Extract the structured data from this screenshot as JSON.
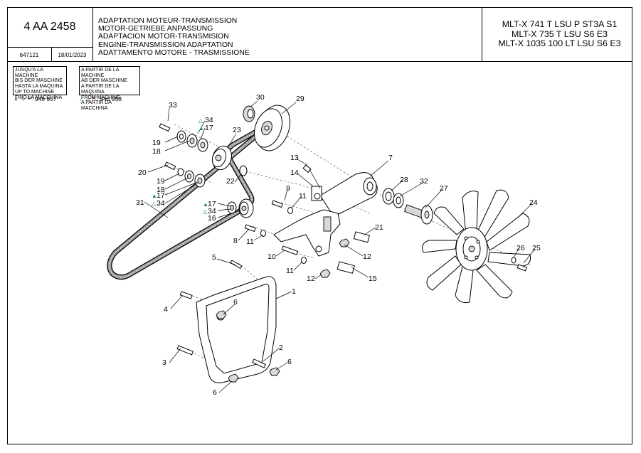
{
  "header": {
    "reference": "4 AA 2458",
    "code": "647121",
    "date": "18/01/2023",
    "titles": [
      "ADAPTATION MOTEUR-TRANSMISSION",
      "MOTOR-GETRIEBE ANPASSUNG",
      "ADAPTACION MOTOR-TRANSMISION",
      "ENGINE-TRANSMISSION ADAPTATION",
      "ADATTAMENTO MOTORE - TRASMISSIONE"
    ],
    "models": [
      "MLT-X 741 T LSU P ST3A S1",
      "MLT-X 735 T LSU S6 E3",
      "MLT-X 1035 100 LT LSU S6 E3"
    ]
  },
  "serial_boxes": {
    "up_to": {
      "lines": [
        "JUSQU'A LA MACHINE",
        "BIS DER MASCHINE",
        "HASTA LA MAQUINA",
        "UP TO MACHINE",
        "FINO LA MACCHINA"
      ],
      "no_label": "N°:",
      "number": "946 957"
    },
    "from": {
      "lines": [
        "A PARTIR DE LA MACHINE",
        "AB DER MASCHINE",
        "A PARTIR DE LA MAQUINA",
        "FROM MACHINE",
        "A PARTIR DA MACCHINA"
      ],
      "no_label": "N°:",
      "number": "946 958"
    }
  },
  "marks": {
    "filled": "▲",
    "open": "△",
    "arrow": "→"
  },
  "colors": {
    "marker_green": "#1a8a3c",
    "line": "#000000"
  },
  "callouts": [
    {
      "id": "c30",
      "text": "30"
    },
    {
      "id": "c29",
      "text": "29"
    },
    {
      "id": "c33",
      "text": "33"
    },
    {
      "id": "c34a",
      "text": "34"
    },
    {
      "id": "c17a",
      "text": "17"
    },
    {
      "id": "c23",
      "text": "23"
    },
    {
      "id": "c19a",
      "text": "19"
    },
    {
      "id": "c18a",
      "text": "18"
    },
    {
      "id": "c20",
      "text": "20"
    },
    {
      "id": "c19b",
      "text": "19"
    },
    {
      "id": "c18b",
      "text": "18"
    },
    {
      "id": "c17b",
      "text": "17"
    },
    {
      "id": "c34b",
      "text": "34"
    },
    {
      "id": "c22",
      "text": "22"
    },
    {
      "id": "c31",
      "text": "31"
    },
    {
      "id": "c17c",
      "text": "17"
    },
    {
      "id": "c34c",
      "text": "34"
    },
    {
      "id": "c16",
      "text": "16"
    },
    {
      "id": "c13",
      "text": "13"
    },
    {
      "id": "c14",
      "text": "14"
    },
    {
      "id": "c7",
      "text": "7"
    },
    {
      "id": "c9",
      "text": "9"
    },
    {
      "id": "c11a",
      "text": "11"
    },
    {
      "id": "c28",
      "text": "28"
    },
    {
      "id": "c32",
      "text": "32"
    },
    {
      "id": "c27",
      "text": "27"
    },
    {
      "id": "c24",
      "text": "24"
    },
    {
      "id": "c8",
      "text": "8"
    },
    {
      "id": "c11b",
      "text": "11"
    },
    {
      "id": "c21",
      "text": "21"
    },
    {
      "id": "c12a",
      "text": "12"
    },
    {
      "id": "c5",
      "text": "5"
    },
    {
      "id": "c10",
      "text": "10"
    },
    {
      "id": "c11c",
      "text": "11"
    },
    {
      "id": "c26",
      "text": "26"
    },
    {
      "id": "c25",
      "text": "25"
    },
    {
      "id": "c12b",
      "text": "12"
    },
    {
      "id": "c15",
      "text": "15"
    },
    {
      "id": "c1",
      "text": "1"
    },
    {
      "id": "c4",
      "text": "4"
    },
    {
      "id": "c6a",
      "text": "6"
    },
    {
      "id": "c2",
      "text": "2"
    },
    {
      "id": "c3",
      "text": "3"
    },
    {
      "id": "c6b",
      "text": "6"
    },
    {
      "id": "c6c",
      "text": "6"
    }
  ]
}
